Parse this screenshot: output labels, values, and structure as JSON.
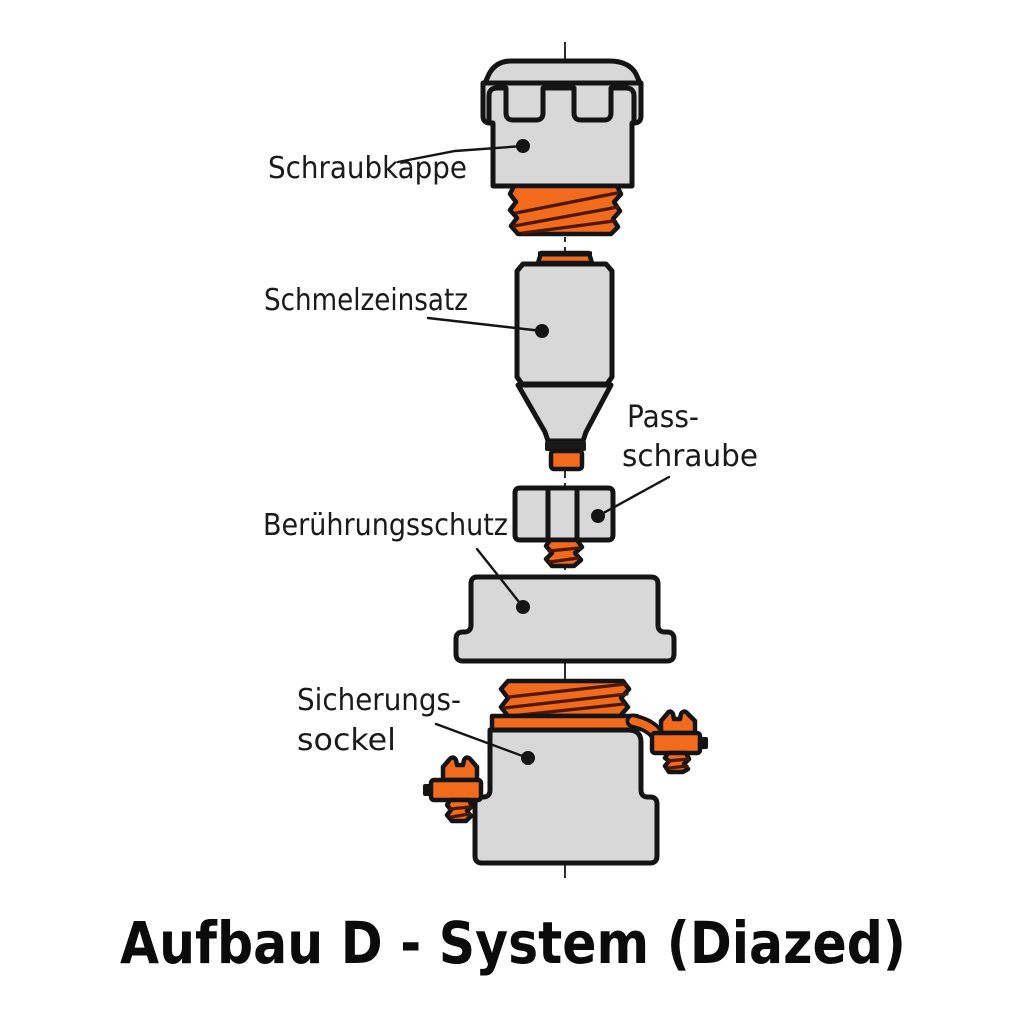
{
  "diagram": {
    "title": "Aufbau D - System (Diazed)",
    "labels": {
      "schraubkappe": "Schraubkappe",
      "schmelzeinsatz": "Schmelzeinsatz",
      "passschraube_line1": "Pass-",
      "passschraube_line2": "schraube",
      "beruehrungsschutz": "Berührungsschutz",
      "sicherungssockel_line1": "Sicherungs-",
      "sicherungssockel_line2": "sockel"
    },
    "parts": [
      {
        "label": "Schraubkappe"
      },
      {
        "label": "Schmelzeinsatz"
      },
      {
        "label": "Pass-schraube"
      },
      {
        "label": "Berührungsschutz"
      },
      {
        "label": "Sicherungs-sockel"
      }
    ],
    "colors": {
      "background": "#ffffff",
      "part_fill_gray": "#d8d8d8",
      "outline_black": "#141414",
      "accent_orange": "#f26a1c",
      "thread_shade": "#4d1800",
      "text": "#1a1a1a"
    }
  }
}
